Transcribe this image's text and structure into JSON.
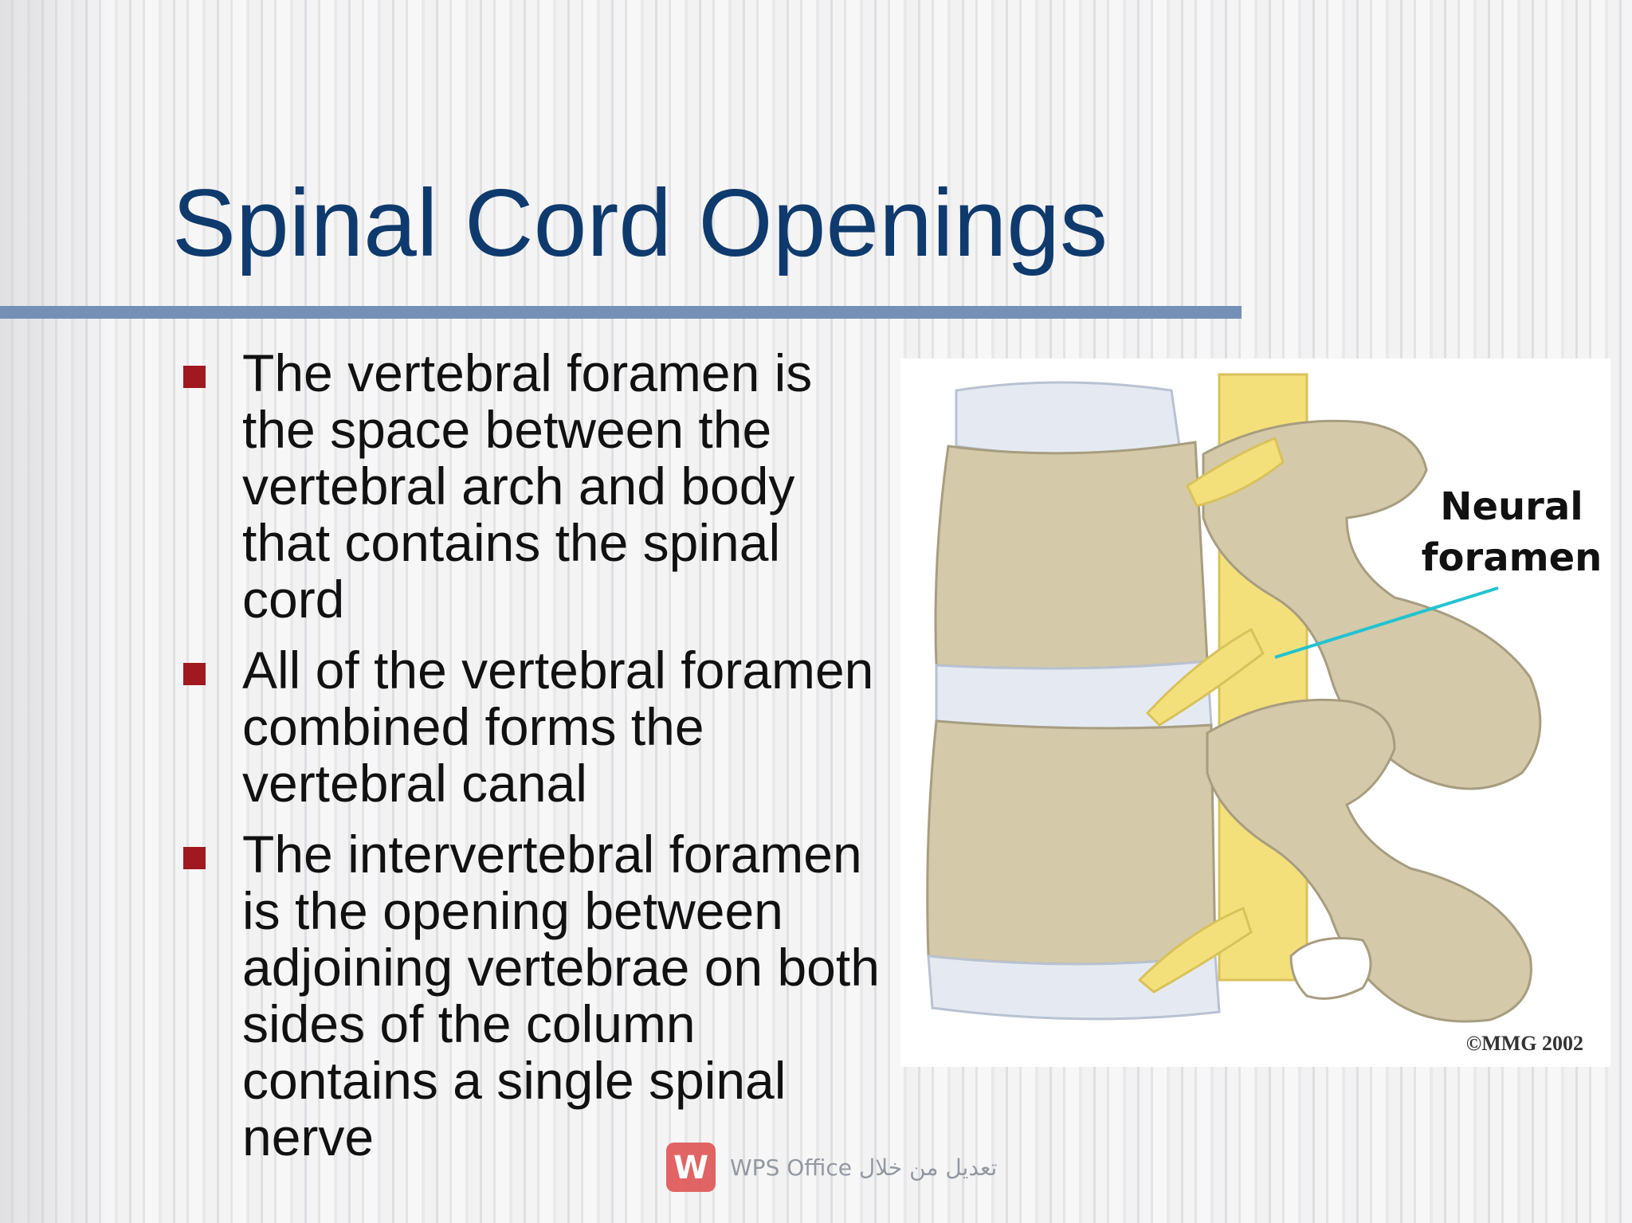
{
  "slide": {
    "title": "Spinal Cord Openings",
    "bullets": [
      {
        "text": "The vertebral foramen is the space between the vertebral arch and body that contains the spinal cord"
      },
      {
        "text": "All of the vertebral foramen combined forms the vertebral canal"
      },
      {
        "text": "The intervertebral foramen is the opening between adjoining vertebrae on both sides of the column contains a single spinal nerve"
      }
    ]
  },
  "figure": {
    "label_line1": "Neural",
    "label_line2": "foramen",
    "credit": "©MMG 2002"
  },
  "watermark": {
    "text": "WPS Office تعديل من خلال",
    "icon": "wps-office-logo-icon"
  },
  "colors": {
    "title": "#0f3a6d",
    "rule": "#7590b7",
    "bullet_marker": "#a0191f",
    "bone": "#d4c9a9",
    "disc": "#e5eaf2",
    "nerve": "#f4e07a",
    "pointer": "#21c3d0"
  }
}
